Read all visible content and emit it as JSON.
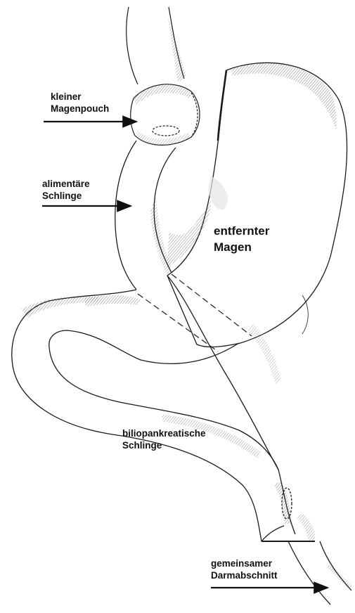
{
  "labels": {
    "pouch": {
      "line1": "kleiner",
      "line2": "Magenpouch"
    },
    "alimentary_limb": {
      "line1": "alimentäre",
      "line2": "Schlinge"
    },
    "remnant_stomach": {
      "line1": "entfernter",
      "line2": "Magen"
    },
    "biliopancreatic_limb": {
      "line1": "biliopankreatische",
      "line2": "Schlinge"
    },
    "common_channel": {
      "line1": "gemeinsamer",
      "line2": "Darmabschnitt"
    }
  },
  "colors": {
    "ink": "#1a1a1a",
    "hatch": "#444444",
    "arrow": "#111111",
    "background": "#ffffff"
  },
  "icons": [
    "arrow-right-icon"
  ]
}
